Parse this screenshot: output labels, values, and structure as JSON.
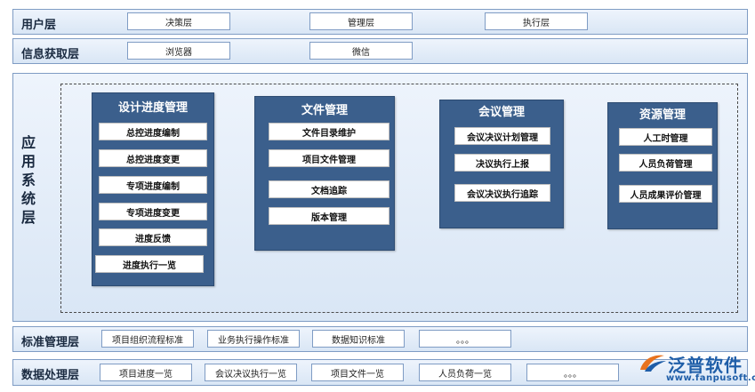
{
  "user_layer": {
    "title": "用户层",
    "items": [
      "决策层",
      "管理层",
      "执行层"
    ]
  },
  "info_layer": {
    "title": "信息获取层",
    "items": [
      "浏览器",
      "微信"
    ]
  },
  "app_layer": {
    "title_chars": [
      "应",
      "用",
      "系",
      "统",
      "层"
    ],
    "modules": [
      {
        "title": "设计进度管理",
        "items": [
          "总控进度编制",
          "总控进度变更",
          "专项进度编制",
          "专项进度变更",
          "进度反馈",
          "进度执行一览"
        ]
      },
      {
        "title": "文件管理",
        "items": [
          "文件目录维护",
          "项目文件管理",
          "文档追踪",
          "版本管理"
        ]
      },
      {
        "title": "会议管理",
        "items": [
          "会议决议计划管理",
          "决议执行上报",
          "会议决议执行追踪"
        ]
      },
      {
        "title": "资源管理",
        "items": [
          "人工时管理",
          "人员负荷管理",
          "人员成果评价管理"
        ]
      }
    ]
  },
  "standard_layer": {
    "title": "标准管理层",
    "items": [
      "项目组织流程标准",
      "业务执行操作标准",
      "数据知识标准",
      "。。。"
    ]
  },
  "data_layer": {
    "title": "数据处理层",
    "items": [
      "项目进度一览",
      "会议决议执行一览",
      "项目文件一览",
      "人员负荷一览",
      "。。。"
    ]
  },
  "logo": {
    "name": "泛普软件",
    "url": "www.fanpusoft.com",
    "icon": "fanpu-logo-icon"
  },
  "colors": {
    "module_bg": "#3b5f8c",
    "layer_border": "#7f9cc4",
    "brand": "#1f5ea8"
  }
}
